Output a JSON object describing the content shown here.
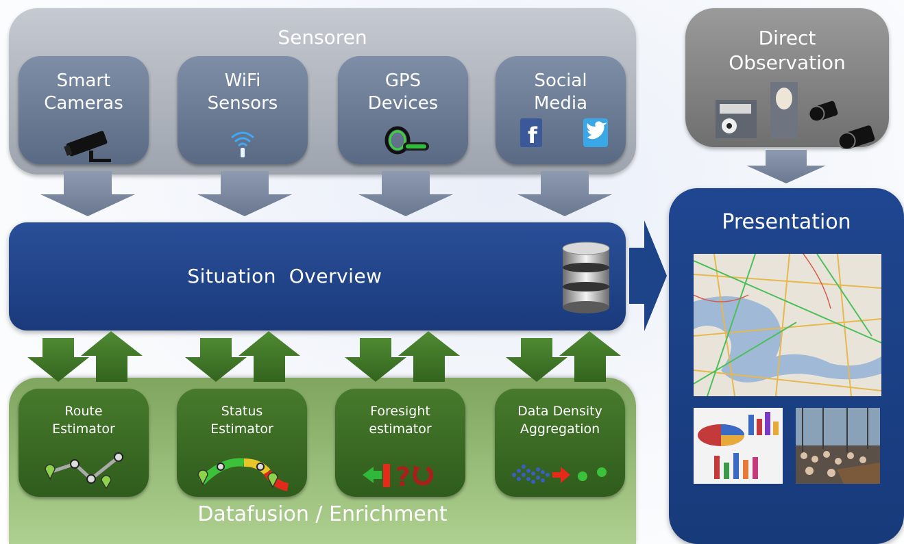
{
  "sensoren": {
    "title": "Sensoren",
    "items": [
      {
        "line1": "Smart",
        "line2": "Cameras",
        "icon": "cctv-camera-icon"
      },
      {
        "line1": "WiFi",
        "line2": "Sensors",
        "icon": "wifi-icon"
      },
      {
        "line1": "GPS",
        "line2": "Devices",
        "icon": "gps-device-icon"
      },
      {
        "line1": "Social",
        "line2": "Media",
        "icon": "facebook-twitter-icon"
      }
    ]
  },
  "direct_observation": {
    "line1": "Direct",
    "line2": "Observation"
  },
  "overview": {
    "label": "Situation  Overview",
    "icon": "database-icon"
  },
  "presentation": {
    "title": "Presentation"
  },
  "fusion": {
    "title": "Datafusion / Enrichment",
    "items": [
      {
        "line1": "Route",
        "line2": "Estimator",
        "icon": "route-icon"
      },
      {
        "line1": "Status",
        "line2": "Estimator",
        "icon": "status-gauge-icon"
      },
      {
        "line1": "Foresight",
        "line2": "estimator",
        "icon": "foresight-icon"
      },
      {
        "line1": "Data Density",
        "line2": "Aggregation",
        "icon": "aggregation-icon"
      }
    ]
  },
  "colors": {
    "sensor_box": "#6b7b94",
    "overview": "#1f4489",
    "fusion": "#8fb874",
    "estimator_box": "#3b6b24",
    "arrow_gray": "#7d8aa0",
    "arrow_green": "#3e7325"
  }
}
